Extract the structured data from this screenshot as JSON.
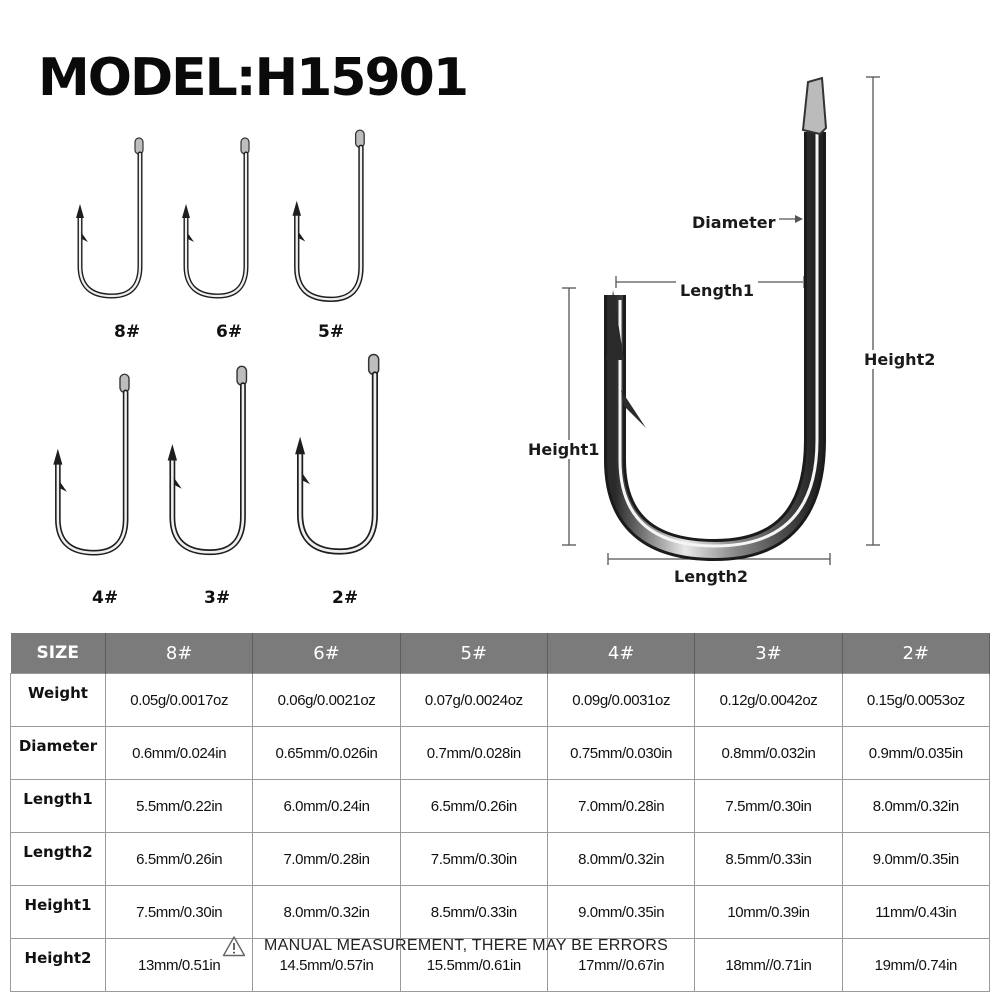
{
  "title": "MODEL:H15901",
  "small_hooks": [
    {
      "label": "8#"
    },
    {
      "label": "6#"
    },
    {
      "label": "5#"
    },
    {
      "label": "4#"
    },
    {
      "label": "3#"
    },
    {
      "label": "2#"
    }
  ],
  "diagram": {
    "diameter": "Diameter",
    "length1": "Length1",
    "length2": "Length2",
    "height1": "Height1",
    "height2": "Height2"
  },
  "table": {
    "header": [
      "SIZE",
      "8#",
      "6#",
      "5#",
      "4#",
      "3#",
      "2#"
    ],
    "rows": [
      {
        "label": "Weight",
        "values": [
          "0.05g/0.0017oz",
          "0.06g/0.0021oz",
          "0.07g/0.0024oz",
          "0.09g/0.0031oz",
          "0.12g/0.0042oz",
          "0.15g/0.0053oz"
        ]
      },
      {
        "label": "Diameter",
        "values": [
          "0.6mm/0.024in",
          "0.65mm/0.026in",
          "0.7mm/0.028in",
          "0.75mm/0.030in",
          "0.8mm/0.032in",
          "0.9mm/0.035in"
        ]
      },
      {
        "label": "Length1",
        "values": [
          "5.5mm/0.22in",
          "6.0mm/0.24in",
          "6.5mm/0.26in",
          "7.0mm/0.28in",
          "7.5mm/0.30in",
          "8.0mm/0.32in"
        ]
      },
      {
        "label": "Length2",
        "values": [
          "6.5mm/0.26in",
          "7.0mm/0.28in",
          "7.5mm/0.30in",
          "8.0mm/0.32in",
          "8.5mm/0.33in",
          "9.0mm/0.35in"
        ]
      },
      {
        "label": "Height1",
        "values": [
          "7.5mm/0.30in",
          "8.0mm/0.32in",
          "8.5mm/0.33in",
          "9.0mm/0.35in",
          "10mm/0.39in",
          "11mm/0.43in"
        ]
      },
      {
        "label": "Height2",
        "values": [
          "13mm/0.51in",
          "14.5mm/0.57in",
          "15.5mm/0.61in",
          "17mm//0.67in",
          "18mm//0.71in",
          "19mm/0.74in"
        ]
      }
    ]
  },
  "note": {
    "icon": "warning-triangle-icon",
    "text": "MANUAL MEASUREMENT, THERE MAY BE ERRORS"
  },
  "colors": {
    "header_bg": "#7b7b7b",
    "grid": "#9a9a9a"
  }
}
